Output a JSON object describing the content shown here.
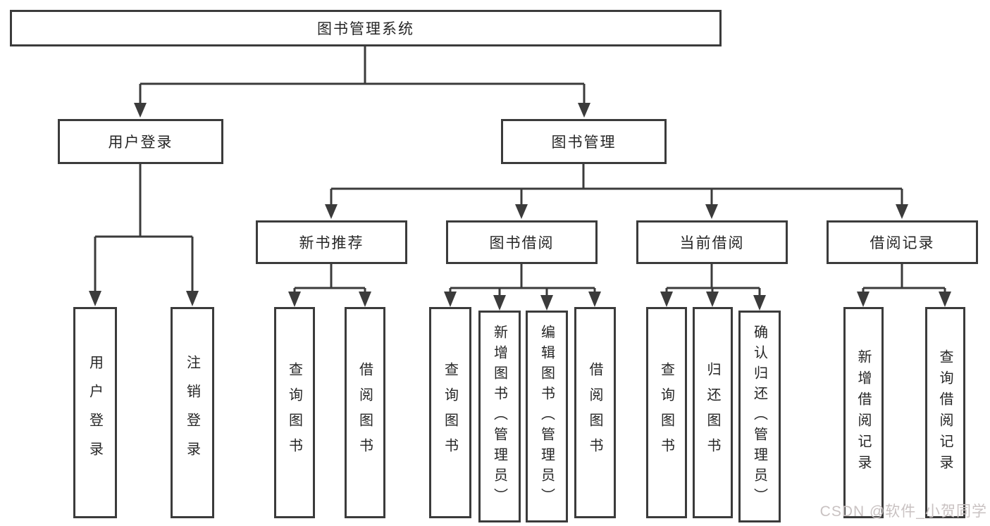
{
  "colors": {
    "line": "#3b3b3b",
    "border": "#3b3b3b",
    "text": "#262626",
    "watermark": "#c9c2c2",
    "background": "#ffffff"
  },
  "root": {
    "label": "图书管理系统"
  },
  "branches": [
    {
      "label": "用户登录",
      "children": [
        {
          "label": "用户登录"
        },
        {
          "label": "注销登录"
        }
      ]
    },
    {
      "label": "图书管理",
      "children": [
        {
          "label": "新书推荐",
          "children": [
            {
              "label": "查询图书"
            },
            {
              "label": "借阅图书"
            }
          ]
        },
        {
          "label": "图书借阅",
          "children": [
            {
              "label": "查询图书"
            },
            {
              "label": "新增图书（管理员）"
            },
            {
              "label": "编辑图书（管理员）"
            },
            {
              "label": "借阅图书"
            }
          ]
        },
        {
          "label": "当前借阅",
          "children": [
            {
              "label": "查询图书"
            },
            {
              "label": "归还图书"
            },
            {
              "label": "确认归还（管理员）"
            }
          ]
        },
        {
          "label": "借阅记录",
          "children": [
            {
              "label": "新增借阅记录"
            },
            {
              "label": "查询借阅记录"
            }
          ]
        }
      ]
    }
  ],
  "watermark": "CSDN @软件_小贺同学"
}
